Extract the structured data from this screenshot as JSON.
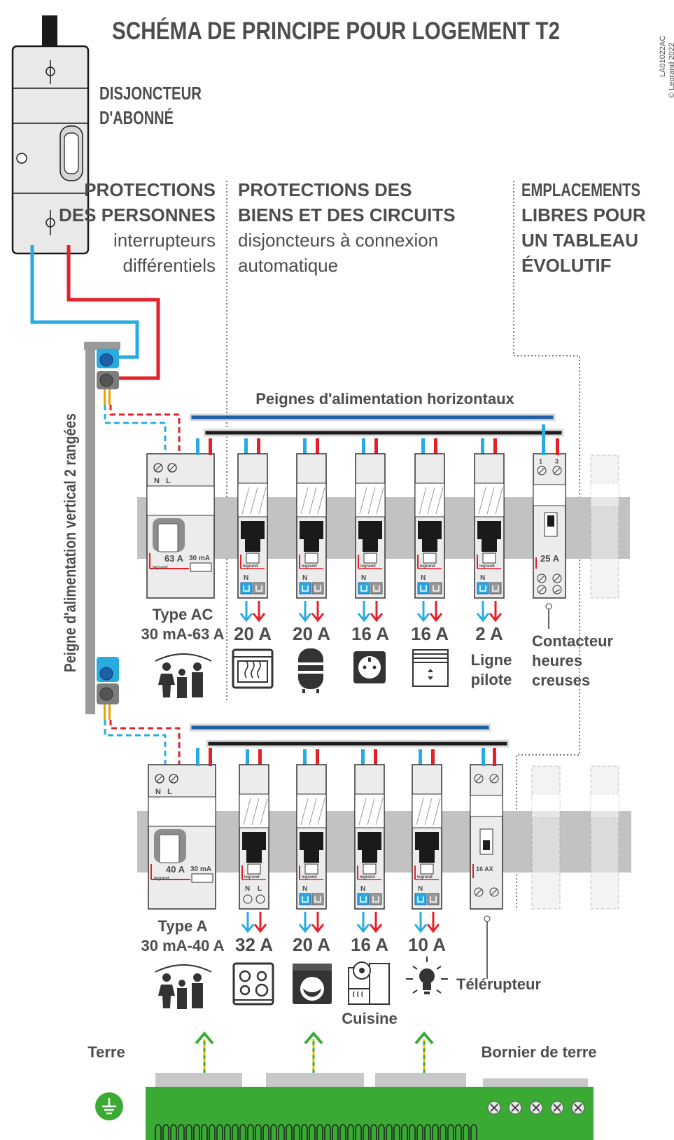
{
  "title": "SCHÉMA DE PRINCIPE POUR LOGEMENT T2",
  "ref_code": "LA01022AC",
  "ref_copy": "© Legrand 2022",
  "main_breaker": {
    "line1": "DISJONCTEUR",
    "line2": "D'ABONNÉ"
  },
  "sections": {
    "persons": {
      "l1": "PROTECTIONS",
      "l2": "DES PERSONNES",
      "l3": "interrupteurs",
      "l4": "différentiels"
    },
    "goods": {
      "l1": "PROTECTIONS DES",
      "l2": "BIENS ET DES CIRCUITS",
      "l3": "disjoncteurs à connexion",
      "l4": "automatique"
    },
    "free": {
      "l1": "EMPLACEMENTS",
      "l2": "LIBRES POUR",
      "l3": "UN TABLEAU",
      "l4": "ÉVOLUTIF"
    }
  },
  "combs": {
    "horizontal": "Peignes d'alimentation horizontaux",
    "vertical": "Peigne d'alimentation  vertical 2 rangées"
  },
  "row1": {
    "rcd": {
      "nl": "N   L",
      "rating": "63 A",
      "sens": "30 mA",
      "type": "Type AC",
      "spec": "30 mA-63 A"
    },
    "breakers": [
      "20 A",
      "20 A",
      "16 A",
      "16 A",
      "2 A"
    ],
    "pilot": {
      "l1": "Ligne",
      "l2": "pilote"
    },
    "contactor": {
      "rating": "25 A",
      "t1": "1",
      "t2": "3",
      "l1": "Contacteur",
      "l2": "heures",
      "l3": "creuses"
    }
  },
  "row2": {
    "rcd": {
      "nl": "N   L",
      "rating": "40 A",
      "sens": "30 mA",
      "type": "Type A",
      "spec": "30 mA-40 A"
    },
    "breakers": [
      "32 A",
      "20 A",
      "16 A",
      "10 A"
    ],
    "kitchen": "Cuisine",
    "relay": {
      "rating": "16 AX",
      "label": "Télérupteur"
    }
  },
  "module_text": {
    "brand": "legrand",
    "n": "N",
    "l": "L"
  },
  "earth": {
    "terre": "Terre",
    "bornier": "Bornier de terre"
  },
  "colors": {
    "blue": "#29abe2",
    "red": "#e4202a",
    "green": "#3aaa35",
    "gray": "#c8c8c8",
    "dark": "#1a1a1a",
    "bus_blue": "#1f5fa8",
    "text": "#4d4d4d"
  }
}
